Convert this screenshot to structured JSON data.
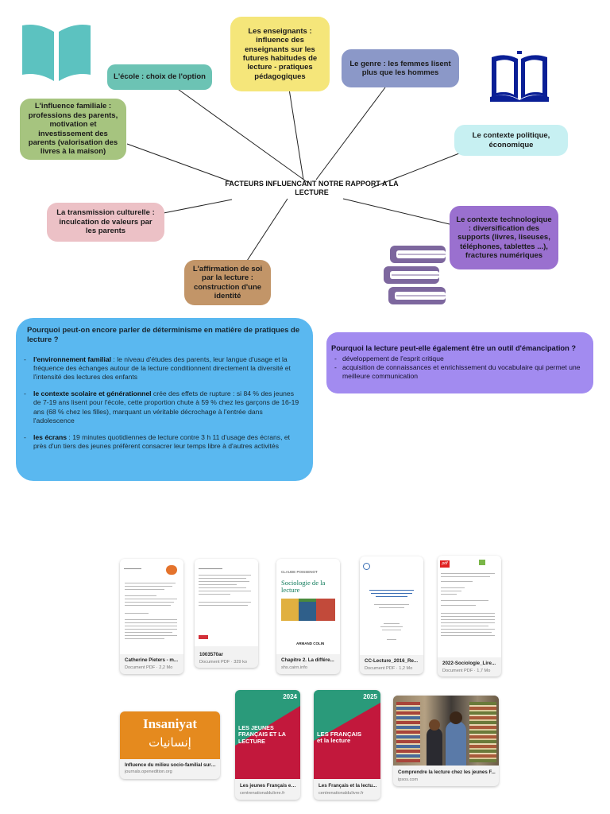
{
  "diagram": {
    "center_title": "FACTEURS INFLUENCANT NOTRE RAPPORT A LA LECTURE",
    "nodes": [
      {
        "id": "ecole",
        "label": "L'école : choix de l'option",
        "color": "#6cc3b4"
      },
      {
        "id": "enseignants",
        "label": "Les enseignants : influence des enseignants sur les futures habitudes de lecture - pratiques pédagogiques",
        "color": "#f5e67a"
      },
      {
        "id": "genre",
        "label": "Le genre : les femmes lisent plus que les hommes",
        "color": "#8b98c8"
      },
      {
        "id": "politique",
        "label": "Le contexte politique, économique",
        "color": "#c7f0f2"
      },
      {
        "id": "familiale",
        "label": "L'influence familiale : professions des parents, motivation et investissement des parents (valorisation des livres à la maison)",
        "color": "#a6c47f"
      },
      {
        "id": "transmission",
        "label": "La transmission culturelle : inculcation de valeurs par les parents",
        "color": "#ecc1c6"
      },
      {
        "id": "affirmation",
        "label": "L'affirmation de soi par la lecture : construction d'une identité",
        "color": "#c29568"
      },
      {
        "id": "technologique",
        "label": "Le contexte technologique : diversification des supports (livres, liseuses, téléphones, tablettes ...), fractures numériques",
        "color": "#9a70cf"
      }
    ],
    "icons": [
      "open-book-teal-icon",
      "open-book-navy-icon",
      "book-stack-icon"
    ]
  },
  "determinism_panel": {
    "question": "Pourquoi peut-on encore parler de déterminisme en matière de pratiques de lecture ?",
    "items": [
      {
        "bold": "l'environnement familial",
        "text": " : le niveau d'études des parents, leur langue d'usage et la fréquence des échanges autour de la lecture conditionnent directement la diversité et l'intensité des lectures des enfants"
      },
      {
        "bold": "le contexte scolaire et générationnel",
        "text": " crée des effets de rupture : si 84 % des jeunes de 7-19 ans lisent pour l'école, cette proportion chute à 59 % chez les garçons de 16-19 ans (68 % chez les filles), marquant un véritable décrochage à l'entrée dans l'adolescence"
      },
      {
        "bold": "les écrans",
        "text": " : 19 minutes quotidiennes de lecture contre 3 h 11 d'usage des écrans, et près d'un tiers des jeunes préfèrent consacrer leur temps libre à d'autres activités"
      }
    ]
  },
  "emancipation_panel": {
    "question": "Pourquoi la lecture peut-elle également être un outil d'émancipation ?",
    "items": [
      "développement de l'esprit critique",
      "acquisition de connaissances et enrichissement du vocabulaire qui permet une meilleure communication"
    ]
  },
  "cards": [
    {
      "title": "Catherine Pieters - m...",
      "subtitle": "Document PDF · 2,2 Mo"
    },
    {
      "title": "1003570ar",
      "subtitle": "Document PDF · 329 ko"
    },
    {
      "title": "Chapitre 2. La différe...",
      "subtitle": "shs.cairn.info",
      "cover_author": "CLAUDE POISSENOT",
      "cover_title": "Sociologie de la lecture",
      "cover_publisher": "ARMAND COLIN"
    },
    {
      "title": "CC-Lecture_2016_Re...",
      "subtitle": "Document PDF · 1,2 Mo"
    },
    {
      "title": "2022-Sociologie_Lire...",
      "subtitle": "Document PDF · 1,7 Mo",
      "badge": "pdf"
    },
    {
      "title": "Influence du milieu socio-familial sur l...",
      "subtitle": "journals.openedition.org",
      "logo_latin": "Insaniyat",
      "logo_arabic": "إنسانيات"
    },
    {
      "title": "Les jeunes Français et l...",
      "subtitle": "centrenationaldulivre.fr",
      "year": "2024",
      "cover_text": "LES JEUNES FRANÇAIS ET LA LECTURE"
    },
    {
      "title": "Les Français et la lectu...",
      "subtitle": "centrenationaldulivre.fr",
      "year": "2025",
      "cover_text": "LES FRANÇAIS et la lecture"
    },
    {
      "title": "Comprendre la lecture chez les jeunes F...",
      "subtitle": "ipsos.com"
    }
  ]
}
